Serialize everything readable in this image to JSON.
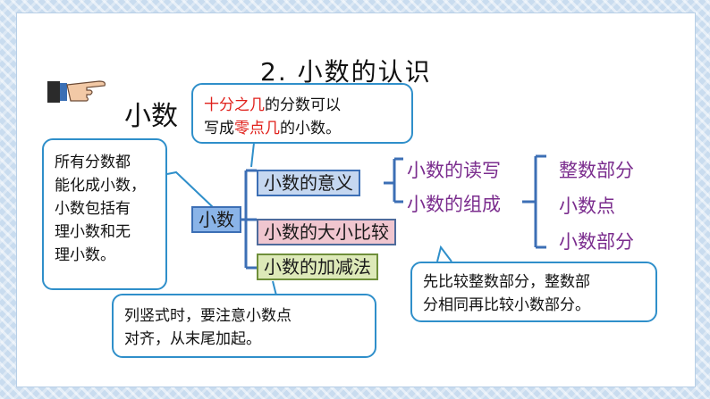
{
  "title": "2.  小数的认识",
  "heading": "小数",
  "icon": "pointing-hand-icon",
  "callouts": {
    "top_part1": "十分之几",
    "top_part2": "的分数可以",
    "top_line2_a": "写成",
    "top_line2_red": "零点几",
    "top_line2_b": "的小数。",
    "left_line1": "所有分数都",
    "left_line2": "能化成小数，",
    "left_line3": "小数包括有",
    "left_line4": "理小数和无",
    "left_line5": "理小数。",
    "bottom_left_line1": "列竖式时，要注意小数点",
    "bottom_left_line2": "对齐，从末尾加起。",
    "bottom_right_line1": "先比较整数部分，整数部",
    "bottom_right_line2": "分相同再比较小数部分。"
  },
  "nodes": {
    "root": "小数",
    "meaning": "小数的意义",
    "compare": "小数的大小比较",
    "addsub": "小数的加减法",
    "readwrite": "小数的读写",
    "composition": "小数的组成",
    "integer_part": "整数部分",
    "decimal_point": "小数点",
    "decimal_part": "小数部分"
  },
  "colors": {
    "accent_blue": "#2f8fca",
    "red_text": "#e0201b",
    "purple_text": "#7b2d8e",
    "root_fill": "#8ab4e8",
    "meaning_fill": "#c5d7f0",
    "compare_fill": "#f0c6cf",
    "addsub_fill": "#dde9b8"
  }
}
